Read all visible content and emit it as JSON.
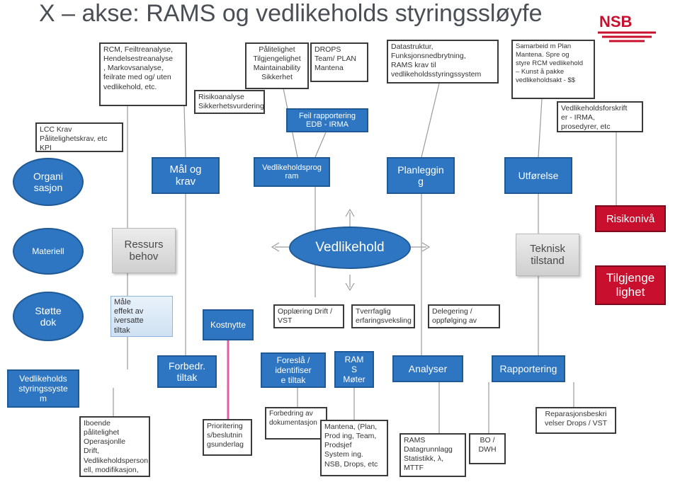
{
  "title": "X – akse: RAMS og vedlikeholds styringssløyfe",
  "logo": {
    "text": "NSB",
    "color": "#c8102e"
  },
  "colors": {
    "blue": "#2e76c1",
    "red": "#c8102e",
    "pink": "#e05fa0",
    "gray": "#8a8a8a"
  },
  "top_boxes": {
    "lcc": "LCC Krav\nPålitelighetskrav, etc\nKPI",
    "rcm": "RCM, Feiltreanalyse,\nHendelsestreanalyse\n, Markovsanalyse,\nfeilrate med og/ uten\nvedlikehold, etc.",
    "rams": "Pålitelighet\nTilgjengelighet\nMaintainability\nSikkerhet",
    "risiko": "Risikoanalyse\nSikkerhetsvurdering",
    "drops": "DROPS\nTeam/ PLAN\nMantena",
    "feil": "Feil rapportering\nEDB - IRMA",
    "datastruktur": "Datastruktur,\nFunksjonsnedbrytning,\nRAMS krav til\nvedlikeholdsstyringssystem",
    "samarbeid": "Samarbeid m Plan\nMantena. Spre og\nstyre RCM vedlikehold\n– Kunst å pakke\nvedlikeholdsakt - $$",
    "forskrift": "Vedlikeholdsforskrift\ner -  IRMA,\nprosedyrer, etc"
  },
  "row1": {
    "organisasjon": "Organi\nsasjon",
    "maal": "Mål og\nkrav",
    "program": "Vedlikeholdsprog\nram",
    "planlegging": "Planleggin\ng",
    "utforelse": "Utførelse"
  },
  "row2": {
    "materiell": "Materiell",
    "ressurs": "Ressurs\nbehov",
    "vedlikehold": "Vedlikehold",
    "teknisk": "Teknisk\ntilstand",
    "risikoniva": "Risikonivå",
    "tilgjengelighet": "Tilgjenge\nlighet"
  },
  "row3": {
    "stotte": "Støtte\ndok",
    "maale": "Måle\neffekt av\niversatte\ntiltak",
    "kostnytte": "Kostnytte",
    "opplaering": "Opplæring Drift /\nVST",
    "tverrfaglig": "Tverrfaglig\nerfaringsveksling",
    "delegering": "Delegering /\noppfølging av\nansvar"
  },
  "row4": {
    "styring": "Vedlikeholds\nstyringssyste\nm",
    "forbedr": "Forbedr.\ntiltak",
    "foresla": "Foreslå /\nidentifiser\ne tiltak",
    "ram": "RAM\nS\nMøter",
    "analyser": "Analyser",
    "rapportering": "Rapportering"
  },
  "bottom": {
    "iboende": "Iboende pålitelighet\nOperasjonlle\nDrift,\nVedlikeholdsperson\nell, modifikasjon,\nosv",
    "prioritering": "Prioritering\ns/beslutnin\ngsunderlag",
    "forbedring": "Forbedring av\ndokumentasjon",
    "mantena": "Mantena, (Plan,\nProd ing, Team,\nProdsjef\nSystem ing.\nNSB, Drops, etc",
    "datagrunnlag": "RAMS\nDatagrunnlagg\nStatistikk, λ,\nMTTF",
    "bo_dwh": "BO /\nDWH",
    "reparasjon": "Reparasjonsbeskri\nvelser Drops / VST"
  }
}
